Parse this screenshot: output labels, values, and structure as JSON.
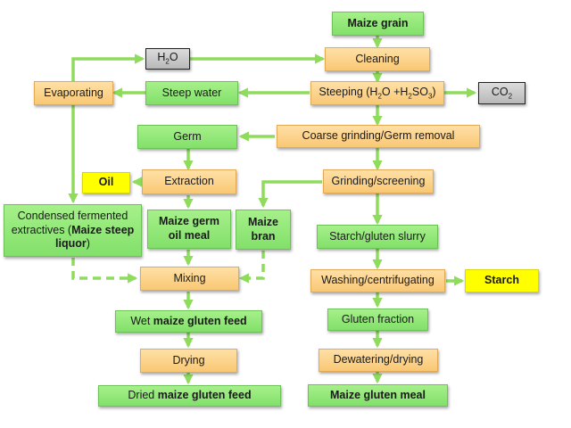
{
  "nodes": {
    "maize_grain": "Maize grain",
    "h2o_symbol": "H",
    "h2o_sub": "2",
    "h2o_o": "O",
    "cleaning": "Cleaning",
    "evaporating": "Evaporating",
    "steep_water": "Steep water",
    "steeping_a": "Steeping (H",
    "steeping_b": "2",
    "steeping_c": "O +H",
    "steeping_d": "2",
    "steeping_e": "SO",
    "steeping_f": "3",
    "steeping_g": ")",
    "co2_a": "CO",
    "co2_b": "2",
    "germ": "Germ",
    "coarse_grinding": "Coarse grinding/Germ removal",
    "oil": "Oil",
    "extraction": "Extraction",
    "grinding_screening": "Grinding/screening",
    "condensed_line1": "Condensed fermented",
    "condensed_line2a": "extractives (",
    "condensed_line2b": "Maize steep",
    "condensed_line3a": "liquor",
    "condensed_line3b": ")",
    "germ_oil_meal_1": "Maize germ",
    "germ_oil_meal_2": "oil meal",
    "bran_1": "Maize",
    "bran_2": "bran",
    "starch_slurry": "Starch/gluten slurry",
    "mixing": "Mixing",
    "washing": "Washing/centrifugating",
    "starch": "Starch",
    "wet_feed_a": "Wet ",
    "wet_feed_b": "maize gluten feed",
    "gluten_fraction": "Gluten fraction",
    "drying": "Drying",
    "dewatering": "Dewatering/drying",
    "dried_feed_a": "Dried ",
    "dried_feed_b": "maize gluten feed",
    "gluten_meal": "Maize gluten meal"
  },
  "colors": {
    "arrow": "#8fdc5c",
    "green_box": "#94e87a",
    "orange_box": "#fcd28c",
    "yellow_box": "#ffff00",
    "gray_box": "#c8c8c8"
  }
}
